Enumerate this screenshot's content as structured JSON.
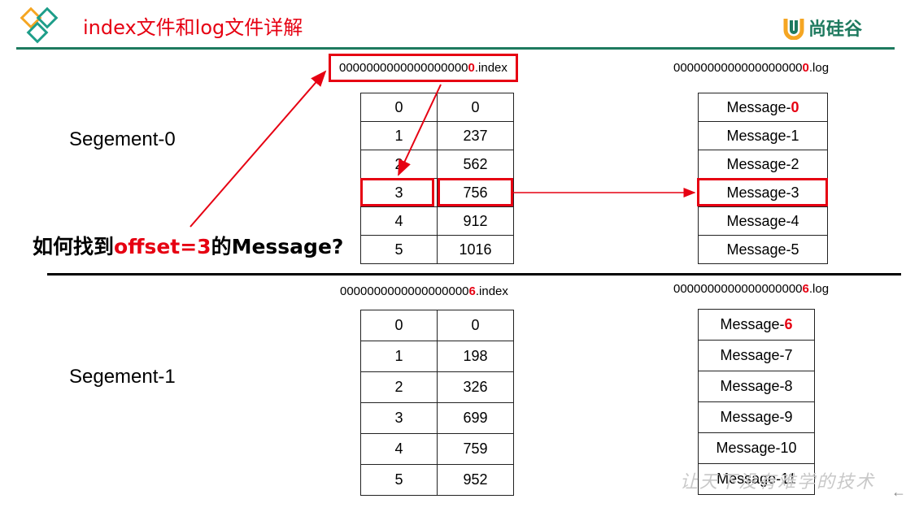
{
  "header": {
    "title": "index文件和log文件详解",
    "brand": "尚硅谷",
    "accent_color": "#e60012",
    "brand_color": "#1e7a5f"
  },
  "segment0": {
    "label": "Segement-0",
    "index_file": {
      "prefix": "0000000000000000000",
      "highlight": "0",
      "suffix": ".index"
    },
    "log_file": {
      "prefix": "0000000000000000000",
      "highlight": "0",
      "suffix": ".log"
    },
    "index_rows": [
      [
        "0",
        "0"
      ],
      [
        "1",
        "237"
      ],
      [
        "2",
        "562"
      ],
      [
        "3",
        "756"
      ],
      [
        "4",
        "912"
      ],
      [
        "5",
        "1016"
      ]
    ],
    "log_rows": [
      {
        "prefix": "Message-",
        "num": "0",
        "num_red": true
      },
      {
        "prefix": "Message-",
        "num": "1",
        "num_red": false
      },
      {
        "prefix": "Message-",
        "num": "2",
        "num_red": false
      },
      {
        "prefix": "Message-",
        "num": "3",
        "num_red": false
      },
      {
        "prefix": "Message-",
        "num": "4",
        "num_red": false
      },
      {
        "prefix": "Message-",
        "num": "5",
        "num_red": false
      }
    ]
  },
  "question": {
    "pre": "如何找到",
    "highlight": "offset=3",
    "post": "的Message?"
  },
  "segment1": {
    "label": "Segement-1",
    "index_file": {
      "prefix": "0000000000000000000",
      "highlight": "6",
      "suffix": ".index"
    },
    "log_file": {
      "prefix": "0000000000000000000",
      "highlight": "6",
      "suffix": ".log"
    },
    "index_rows": [
      [
        "0",
        "0"
      ],
      [
        "1",
        "198"
      ],
      [
        "2",
        "326"
      ],
      [
        "3",
        "699"
      ],
      [
        "4",
        "759"
      ],
      [
        "5",
        "952"
      ]
    ],
    "log_rows": [
      {
        "prefix": "Message-",
        "num": "6",
        "num_red": true
      },
      {
        "prefix": "Message-",
        "num": "7",
        "num_red": false
      },
      {
        "prefix": "Message-",
        "num": "8",
        "num_red": false
      },
      {
        "prefix": "Message-",
        "num": "9",
        "num_red": false
      },
      {
        "prefix": "Message-",
        "num": "10",
        "num_red": false
      },
      {
        "prefix": "Message-",
        "num": "11",
        "num_red": false
      }
    ]
  },
  "watermark": "让天下没有难学的技术",
  "nav": {
    "back_icon": "←"
  }
}
